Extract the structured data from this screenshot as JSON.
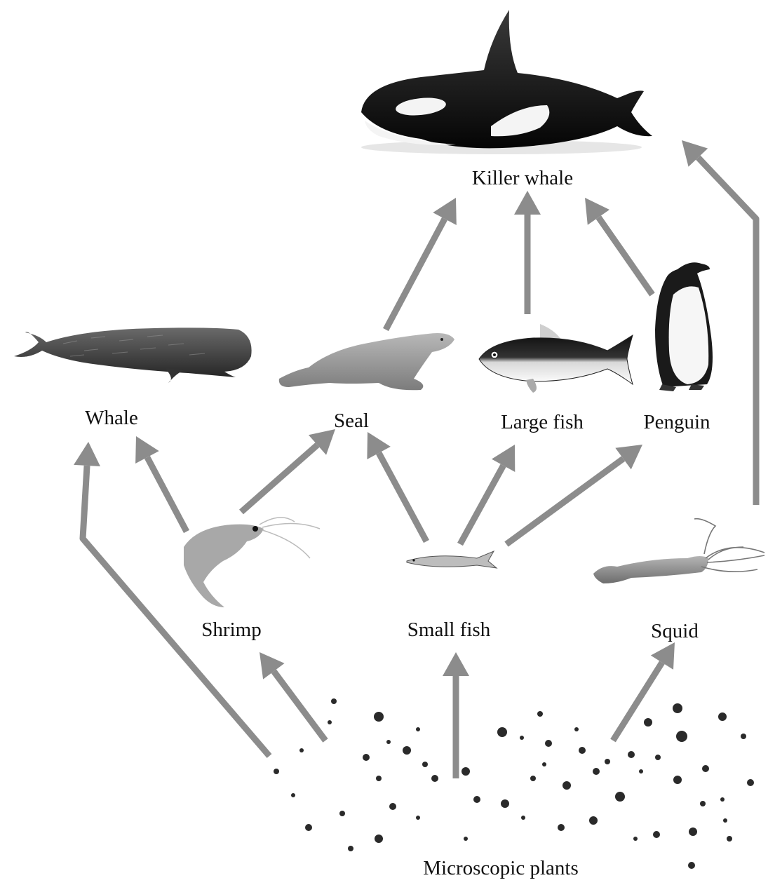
{
  "title": "",
  "colors": {
    "arrow": "#8c8c8c",
    "text": "#111111",
    "background": "#ffffff"
  },
  "organisms": {
    "killer_whale": "Killer whale",
    "whale": "Whale",
    "seal": "Seal",
    "large_fish": "Large fish",
    "penguin": "Penguin",
    "shrimp": "Shrimp",
    "small_fish": "Small fish",
    "squid": "Squid",
    "microscopic_plants": "Microscopic plants"
  },
  "links": [
    {
      "from": "Microscopic plants",
      "to": "Whale"
    },
    {
      "from": "Microscopic plants",
      "to": "Shrimp"
    },
    {
      "from": "Microscopic plants",
      "to": "Small fish"
    },
    {
      "from": "Microscopic plants",
      "to": "Squid"
    },
    {
      "from": "Shrimp",
      "to": "Whale"
    },
    {
      "from": "Shrimp",
      "to": "Seal"
    },
    {
      "from": "Small fish",
      "to": "Seal"
    },
    {
      "from": "Small fish",
      "to": "Large fish"
    },
    {
      "from": "Small fish",
      "to": "Penguin"
    },
    {
      "from": "Seal",
      "to": "Killer whale"
    },
    {
      "from": "Large fish",
      "to": "Killer whale"
    },
    {
      "from": "Penguin",
      "to": "Killer whale"
    },
    {
      "from": "Squid",
      "to": "Killer whale"
    }
  ]
}
